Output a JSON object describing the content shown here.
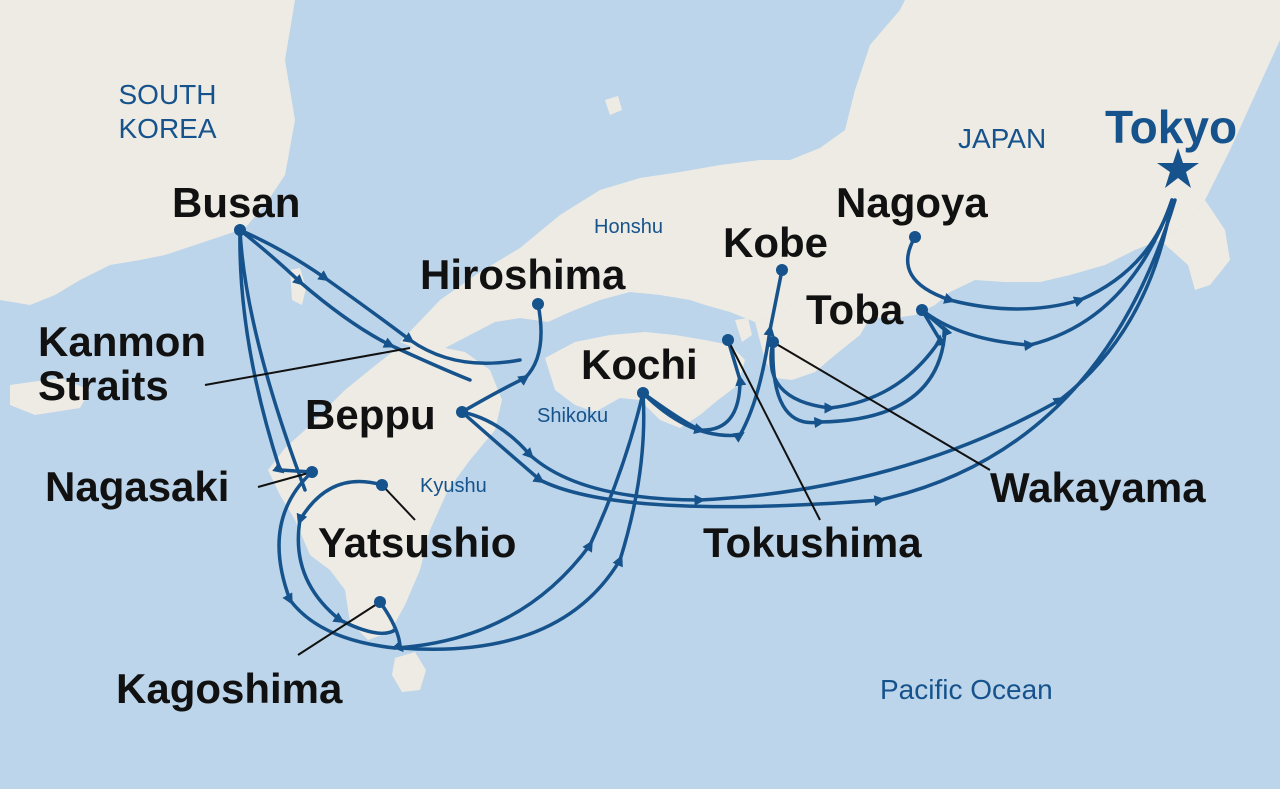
{
  "colors": {
    "sea": "#bcd5ea",
    "land": "#eeebe4",
    "route": "#16538c",
    "port_label": "#111111",
    "region_label": "#16538c"
  },
  "icons": {
    "home_port": "star-icon",
    "port": "port-dot-icon",
    "direction": "arrowhead-icon"
  },
  "home_port": "Tokyo",
  "ports": {
    "busan": "Busan",
    "hiroshima": "Hiroshima",
    "kanmon": "Kanmon\nStraits",
    "beppu": "Beppu",
    "kochi": "Kochi",
    "kobe": "Kobe",
    "nagoya": "Nagoya",
    "toba": "Toba",
    "wakayama": "Wakayama",
    "tokushima": "Tokushima",
    "nagasaki": "Nagasaki",
    "yatsushio": "Yatsushio",
    "kagoshima": "Kagoshima"
  },
  "regions": {
    "south_korea": "SOUTH\nKOREA",
    "japan": "JAPAN",
    "pacific": "Pacific Ocean"
  },
  "islands": {
    "honshu": "Honshu",
    "shikoku": "Shikoku",
    "kyushu": "Kyushu"
  }
}
